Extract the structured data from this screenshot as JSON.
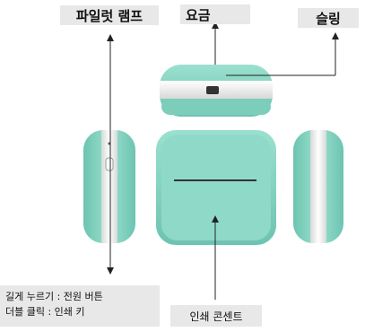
{
  "labels": {
    "pilot_lamp": "파일럿 램프",
    "charge": "요금",
    "sling": "슬링",
    "print_content": "인쇄 콘센트"
  },
  "instructions": [
    "길게 누르기 : 전원 버튼",
    "더블 클릭 : 인쇄 키"
  ],
  "colors": {
    "body_teal": "#8fd9c8",
    "body_teal_dark": "#6cc4b0",
    "band": "#eef0ef",
    "label_bg": "#e8e8e8",
    "arrow": "#222222"
  }
}
